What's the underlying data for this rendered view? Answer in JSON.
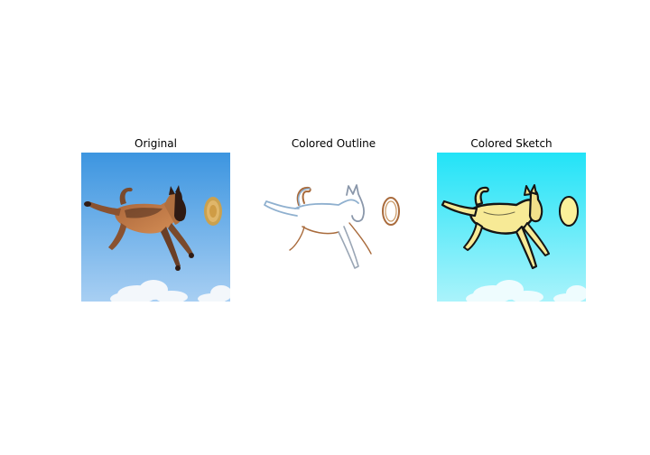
{
  "figure": {
    "panels": [
      {
        "title": "Original"
      },
      {
        "title": "Colored Outline"
      },
      {
        "title": "Colored Sketch"
      }
    ]
  },
  "colors": {
    "sky_top": "#3c95e0",
    "sky_bottom": "#a8cff3",
    "dog_tan": "#c27a45",
    "dog_dark": "#3a2218",
    "frisbee": "#d7a24c",
    "sketch_sky_top": "#22e3f7",
    "sketch_sky_bottom": "#aaf3fb",
    "sketch_fill": "#f7ea96",
    "sketch_line": "#151515",
    "outline_blue": "#8fb0cf",
    "outline_brown": "#a96b3c"
  }
}
